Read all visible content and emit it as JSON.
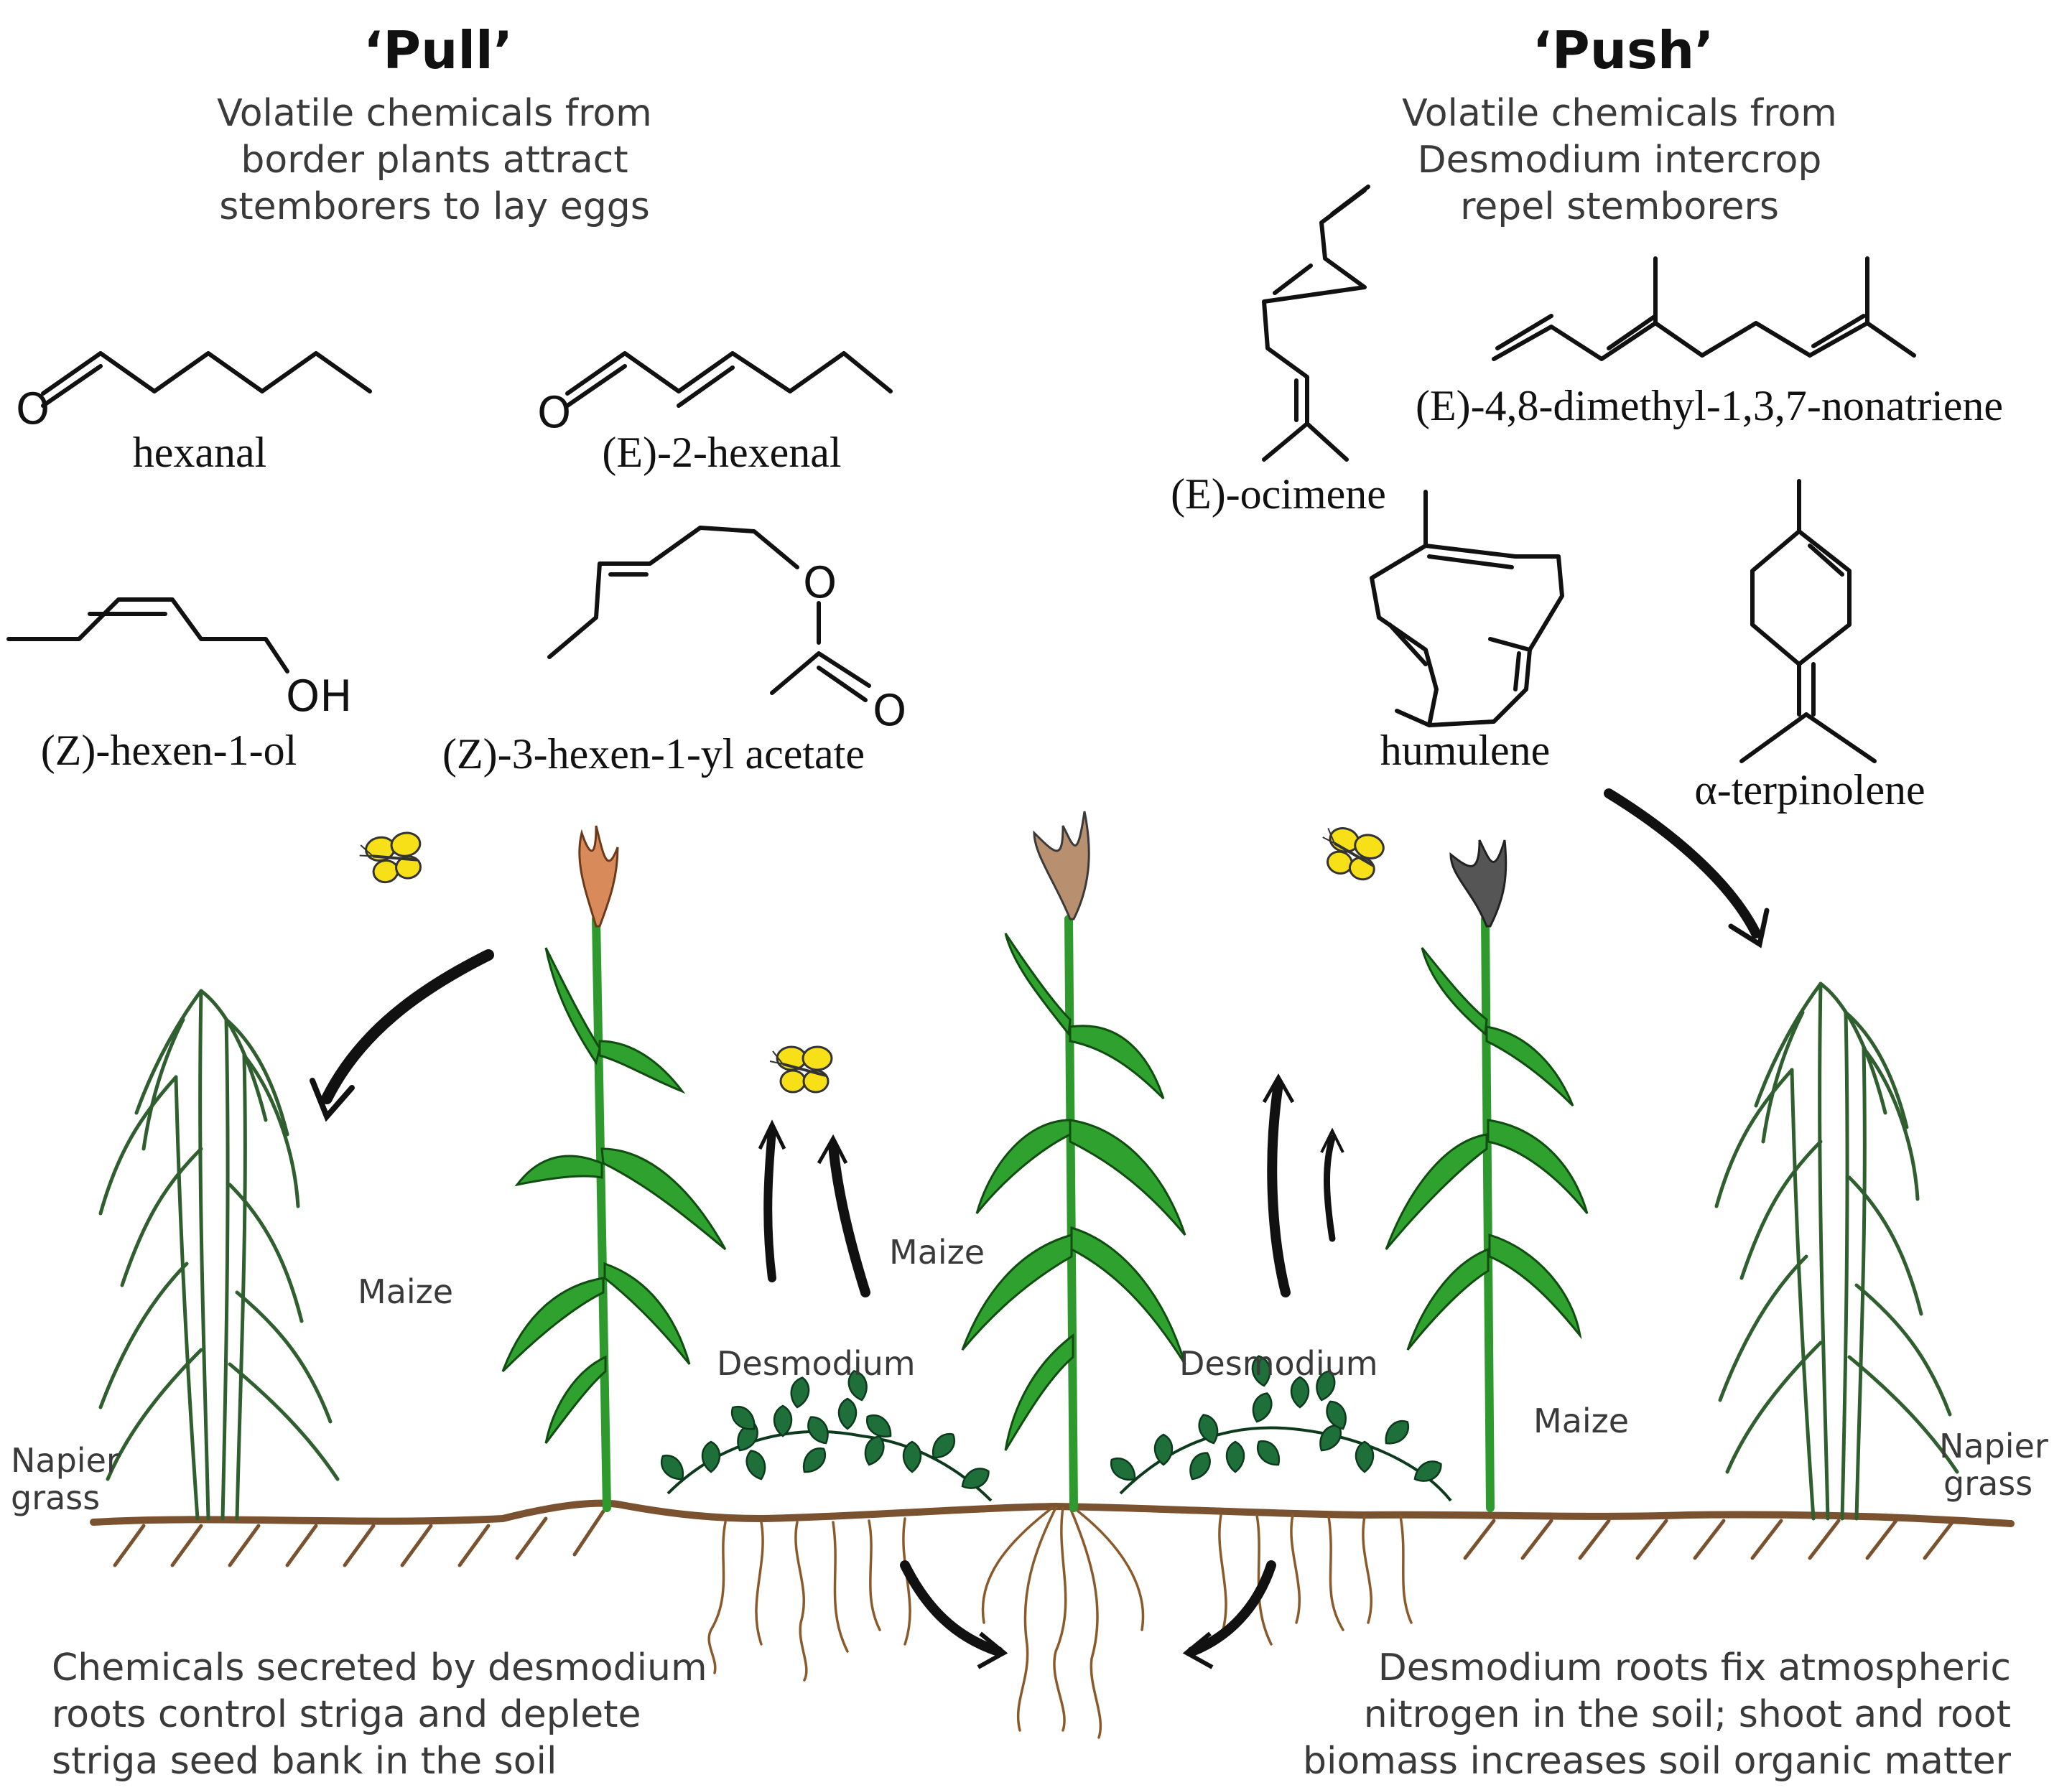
{
  "pull": {
    "title": "‘Pull’",
    "description": [
      "Volatile chemicals from",
      "border plants attract",
      "stemborers to lay eggs"
    ],
    "chemicals": {
      "hexanal": "hexanal",
      "e2hexenal": "(E)-2-hexenal",
      "z_hexenol": "(Z)-hexen-1-ol",
      "z3_hexenyl_acetate": "(Z)-3-hexen-1-yl acetate"
    },
    "atoms": {
      "o": "O",
      "oh": "OH"
    }
  },
  "push": {
    "title": "‘Push’",
    "description": [
      "Volatile chemicals from",
      "Desmodium intercrop",
      "repel stemborers"
    ],
    "chemicals": {
      "ocimene": "(E)-ocimene",
      "dmnt": "(E)-4,8-dimethyl-1,3,7-nonatriene",
      "humulene": "humulene",
      "terpinolene": "α-terpinolene"
    }
  },
  "field": {
    "napier_left": [
      "Napier",
      "grass"
    ],
    "napier_right": [
      "Napier",
      "grass"
    ],
    "maize_left": "Maize",
    "maize_center": "Maize",
    "maize_right": "Maize",
    "desmodium_left": "Desmodium",
    "desmodium_right": "Desmodium"
  },
  "captions": {
    "left": [
      "Chemicals secreted by desmodium",
      "roots control striga and deplete",
      "striga seed bank in the soil"
    ],
    "right": [
      "Desmodium roots fix atmospheric",
      "nitrogen in the soil; shoot and root",
      "biomass increases soil organic matter"
    ]
  },
  "colors": {
    "maize": "#2fa12f",
    "desmodium": "#1f6f3a",
    "soil": "#7a5230",
    "moth": "#f7e017",
    "tassel": "#d98a5a"
  }
}
